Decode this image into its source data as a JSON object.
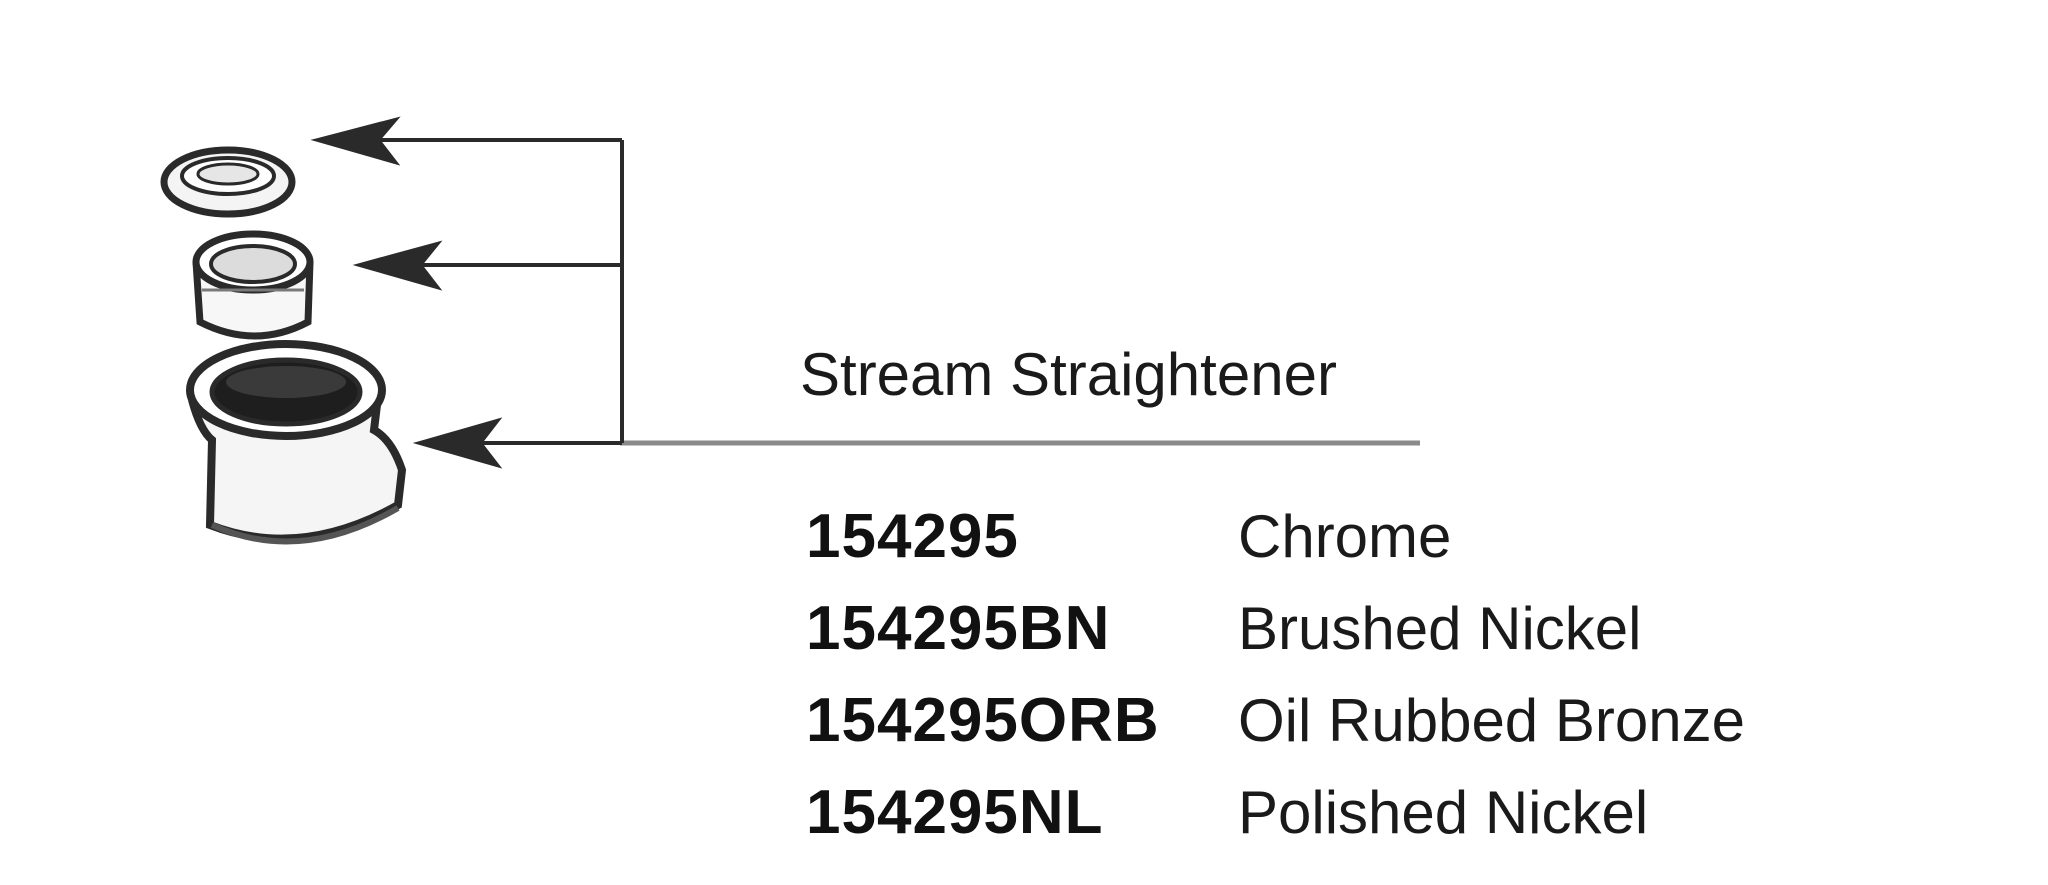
{
  "part": {
    "title": "Stream Straightener"
  },
  "finishes": [
    {
      "code": "154295",
      "name": "Chrome"
    },
    {
      "code": "154295BN",
      "name": "Brushed Nickel"
    },
    {
      "code": "154295ORB",
      "name": "Oil Rubbed Bronze"
    },
    {
      "code": "154295NL",
      "name": "Polished Nickel"
    }
  ],
  "colors": {
    "line": "#2a2a2a",
    "leader": "#8a8a8a",
    "text": "#1a1a1a",
    "background": "#ffffff"
  },
  "illustration": {
    "parts": [
      "washer",
      "insert",
      "housing"
    ]
  }
}
